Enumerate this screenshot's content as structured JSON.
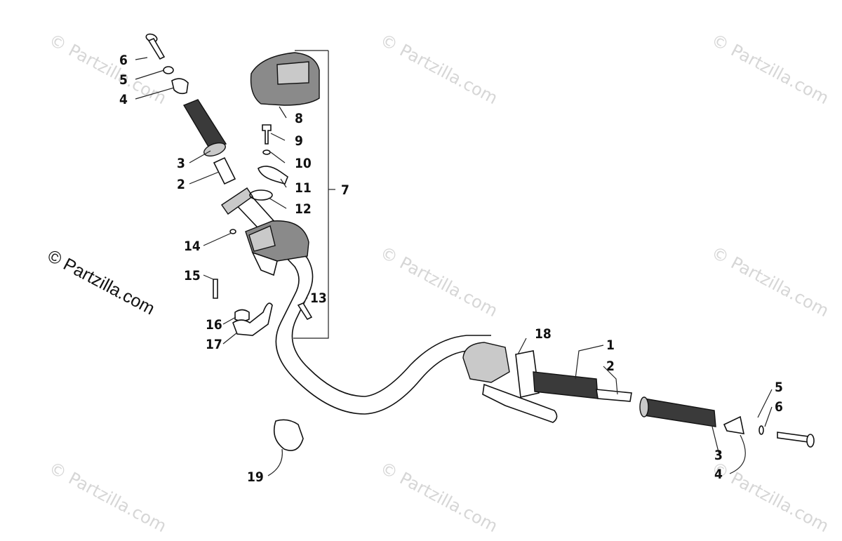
{
  "watermark": "© Partzilla.com",
  "callouts": {
    "n1": "1",
    "n2": "2",
    "n3": "3",
    "n4": "4",
    "n5": "5",
    "n6": "6",
    "n7": "7",
    "n8": "8",
    "n9": "9",
    "n10": "10",
    "n11": "11",
    "n12": "12",
    "n13": "13",
    "n14": "14",
    "n15": "15",
    "n16": "16",
    "n17": "17",
    "n18": "18",
    "n19": "19"
  }
}
